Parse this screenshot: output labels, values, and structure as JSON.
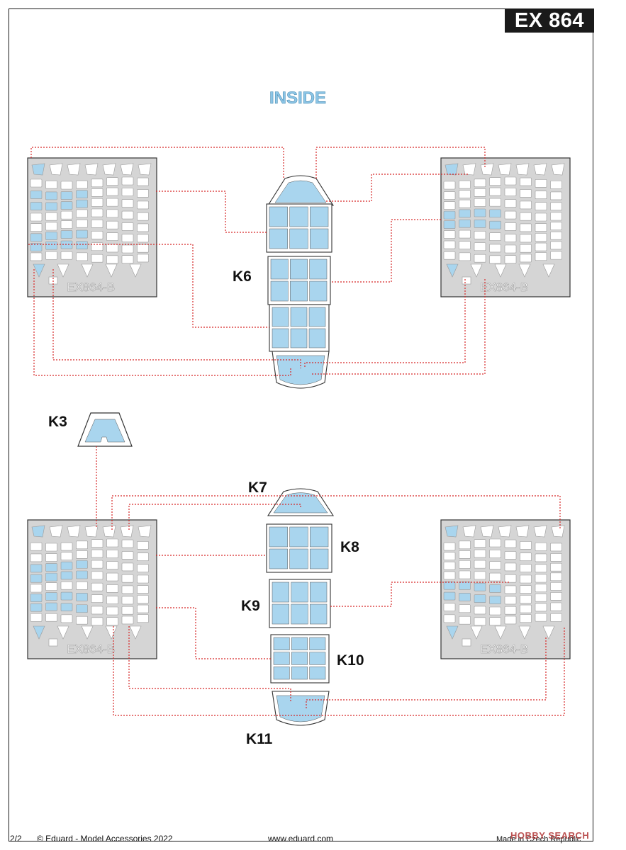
{
  "header": {
    "code": "EX 864"
  },
  "heading": "INSIDE",
  "part_labels": {
    "k6": "K6",
    "k3": "K3",
    "k7": "K7",
    "k8": "K8",
    "k9": "K9",
    "k10": "K10",
    "k11": "K11"
  },
  "sheet_code": "EX864-B",
  "footer": {
    "page": "2/2",
    "copyright": "© Eduard - Model Accessories 2022",
    "website": "www.eduard.com",
    "origin": "Made in Czech Republic"
  },
  "watermark": "HOBBY SEARCH",
  "colors": {
    "mask_blue": "#a9d5ee",
    "sheet_grey": "#d5d5d5",
    "leader_red": "#d62828",
    "outline": "#333333"
  }
}
